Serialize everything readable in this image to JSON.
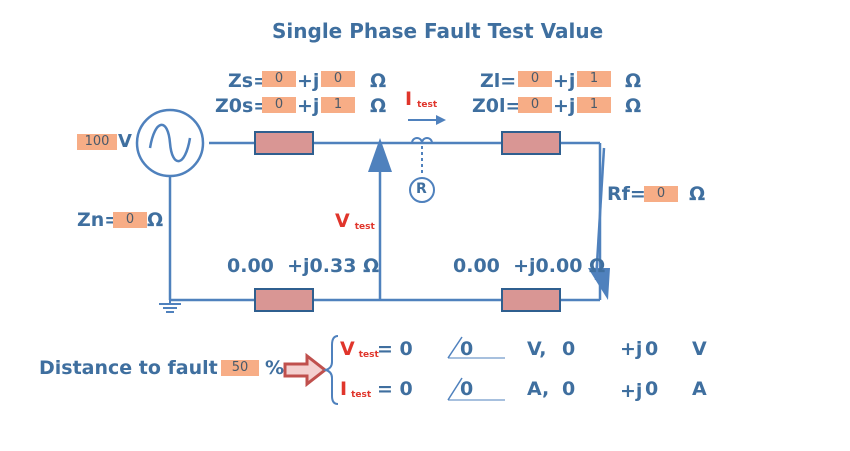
{
  "title": "Single Phase Fault Test Value",
  "source": {
    "label": "100",
    "unit": "V"
  },
  "zs": {
    "label": "Zs=",
    "re": "0",
    "j": "+j",
    "im": "0",
    "unit": "Ω"
  },
  "z0s": {
    "label": "Z0s=",
    "re": "0",
    "j": "+j",
    "im": "1",
    "unit": "Ω"
  },
  "zl": {
    "label": "Zl=",
    "re": "0",
    "j": "+j",
    "im": "1",
    "unit": "Ω"
  },
  "z0l": {
    "label": "Z0l=",
    "re": "0",
    "j": "+j",
    "im": "1",
    "unit": "Ω"
  },
  "i_test": {
    "main": "I",
    "sub": "test"
  },
  "v_test": {
    "main": "V",
    "sub": "test"
  },
  "relay": "R",
  "rf": {
    "label": "Rf=",
    "value": "0",
    "unit": "Ω"
  },
  "zn": {
    "label": "Zn=",
    "value": "0",
    "unit": "Ω"
  },
  "z_left": "0.00  +j0.33 Ω",
  "z_right": "0.00  +j0.00 Ω",
  "distance": {
    "label": "Distance to fault =",
    "value": "50",
    "unit": "%"
  },
  "results": {
    "v": {
      "main": "V",
      "sub": "test",
      "eq": "= 0",
      "angle": "0",
      "unit1": "V,",
      "rect_re": "0",
      "j": "+j",
      "rect_im": "0",
      "unit2": "V"
    },
    "i": {
      "main": "I",
      "sub": "test",
      "eq": "= 0",
      "angle": "0",
      "unit1": "A,",
      "rect_re": "0",
      "j": "+j",
      "rect_im": "0",
      "unit2": "A"
    }
  },
  "colors": {
    "wire": "#4f81bd",
    "resistor_fill": "#d99694",
    "resistor_stroke": "#2f5f8f",
    "arrow_red": "#c0504d",
    "text_blue": "#3f6f9f",
    "text_red": "#e0352b",
    "input_fill": "#f7ad86"
  }
}
